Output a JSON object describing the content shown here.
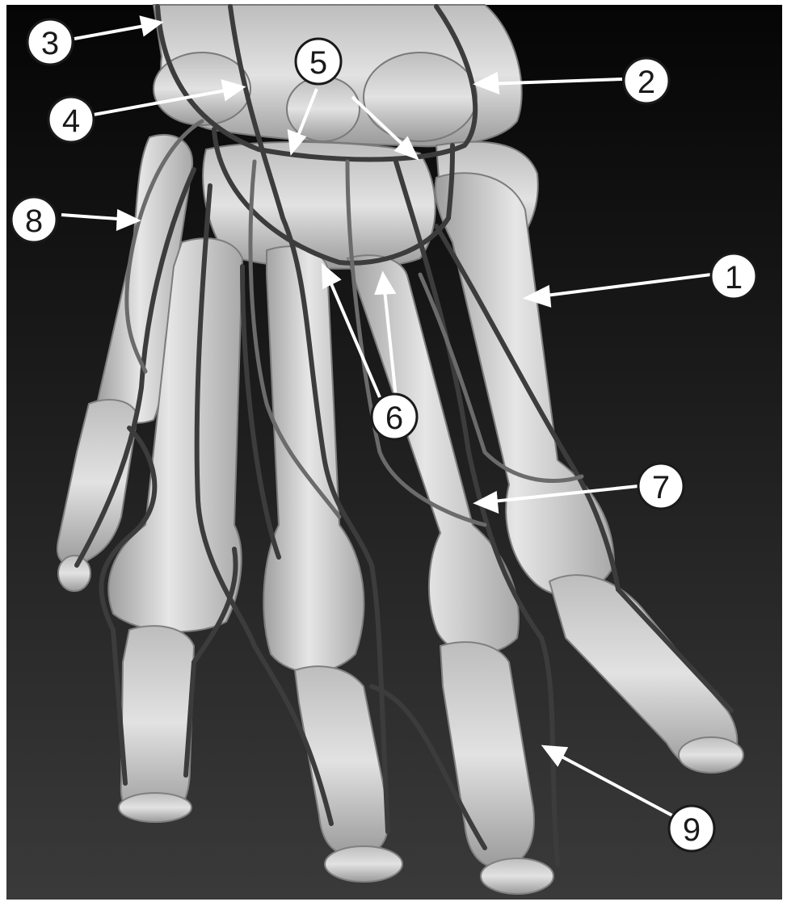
{
  "figure": {
    "background_colors": {
      "top": "#050505",
      "bottom": "#3a3a3a",
      "frame": "#ffffff"
    },
    "bone_color": "#d9d9d9",
    "vessel_color": "#3c3c3c",
    "vessel_light_color": "#6b6b6b",
    "labels": [
      {
        "id": "1",
        "text": "1"
      },
      {
        "id": "2",
        "text": "2"
      },
      {
        "id": "3",
        "text": "3"
      },
      {
        "id": "4",
        "text": "4"
      },
      {
        "id": "5",
        "text": "5"
      },
      {
        "id": "6",
        "text": "6"
      },
      {
        "id": "7",
        "text": "7"
      },
      {
        "id": "8",
        "text": "8"
      },
      {
        "id": "9",
        "text": "9"
      }
    ]
  }
}
